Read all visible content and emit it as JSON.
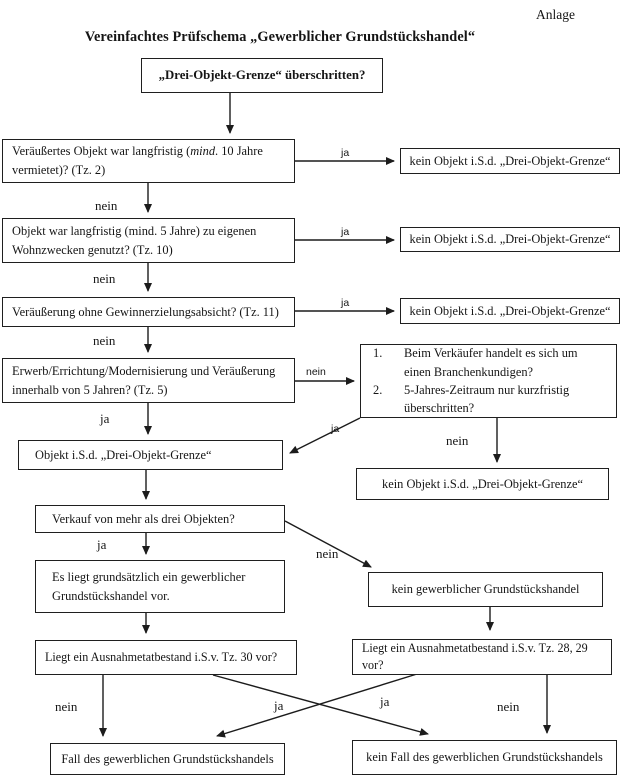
{
  "page": {
    "annotation": "Anlage",
    "title": "Vereinfachtes Prüfschema „Gewerblicher Grundstückshandel“"
  },
  "boxes": {
    "start": "„Drei-Objekt-Grenze“ überschritten?",
    "q_rental_pre": "Veräußertes Objekt war langfristig (",
    "q_rental_italic": "mind",
    "q_rental_post": ". 10 Jahre vermietet)? (Tz. 2)",
    "q_own_use": "Objekt war langfristig (mind. 5 Jahre) zu eigenen Wohnzwecken genutzt? (Tz. 10)",
    "q_profit_intent": "Veräußerung ohne Gewinnerzielungsabsicht? (Tz. 11)",
    "q_five_years": "Erwerb/Errichtung/Modernisierung und Veräußerung innerhalb von 5 Jahren? (Tz. 5)",
    "side_questions": {
      "items": [
        {
          "num": "1.",
          "text": "Beim Verkäufer handelt es sich um einen Branchenkundigen?"
        },
        {
          "num": "2.",
          "text": "5-Jahres-Zeitraum nur kurzfristig überschritten?"
        }
      ]
    },
    "no_object": "kein Objekt i.S.d. „Drei-Objekt-Grenze“",
    "object": "Objekt i.S.d. „Drei-Objekt-Grenze“",
    "q_more_than_three": "Verkauf von mehr als drei Objekten?",
    "commercial": "Es liegt grundsätzlich ein gewerblicher Grundstückshandel vor.",
    "not_commercial": "kein gewerblicher Grundstückshandel",
    "q_exception_30": "Liegt ein Ausnahmetatbestand i.S.v. Tz. 30 vor?",
    "q_exception_28_29": "Liegt ein Ausnahmetatbestand i.S.v. Tz. 28, 29 vor?",
    "case": "Fall des gewerblichen Grundstückshandels",
    "no_case": "kein Fall des gewerblichen Grundstückshandels"
  },
  "labels": {
    "yes": "ja",
    "no": "nein"
  },
  "colors": {
    "ink": "#1c1c1c",
    "background": "#ffffff"
  }
}
